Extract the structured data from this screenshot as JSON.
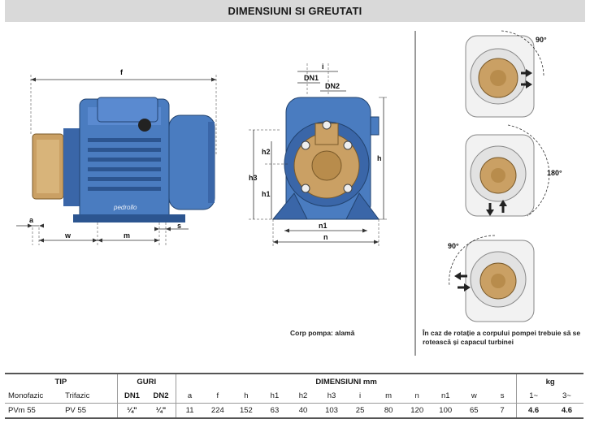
{
  "header": {
    "title": "DIMENSIUNI SI GREUTATI"
  },
  "front_view": {
    "labels": {
      "f": "f",
      "a": "a",
      "w": "w",
      "m": "m",
      "s": "s",
      "logo": "pedrollo"
    }
  },
  "side_view": {
    "labels": {
      "i": "i",
      "dn1": "DN1",
      "dn2": "DN2",
      "h": "h",
      "h1": "h1",
      "h2": "h2",
      "h3": "h3",
      "n": "n",
      "n1": "n1"
    },
    "caption": "Corp pompa: alamă"
  },
  "rotation": {
    "angles": [
      "90°",
      "180°",
      "90°"
    ],
    "caption": "În caz de rotație a corpului pompei trebuie să se rotească și capacul turbinei"
  },
  "table": {
    "group_tip": "TIP",
    "group_guri": "GURI",
    "group_dim": "DIMENSIUNI mm",
    "group_kg": "kg",
    "sub": {
      "mono": "Monofazic",
      "tri": "Trifazic",
      "dn1": "DN1",
      "dn2": "DN2",
      "a": "a",
      "f": "f",
      "h": "h",
      "h1": "h1",
      "h2": "h2",
      "h3": "h3",
      "i": "i",
      "m": "m",
      "n": "n",
      "n1": "n1",
      "w": "w",
      "s": "s",
      "kg1": "1~",
      "kg3": "3~"
    },
    "row": {
      "mono": "PVm 55",
      "tri": "PV 55",
      "dn1": "¼\"",
      "dn2": "¼\"",
      "a": "11",
      "f": "224",
      "h": "152",
      "h1": "63",
      "h2": "40",
      "h3": "103",
      "i": "25",
      "m": "80",
      "n": "120",
      "n1": "100",
      "w": "65",
      "s": "7",
      "kg1": "4.6",
      "kg3": "4.6"
    }
  }
}
